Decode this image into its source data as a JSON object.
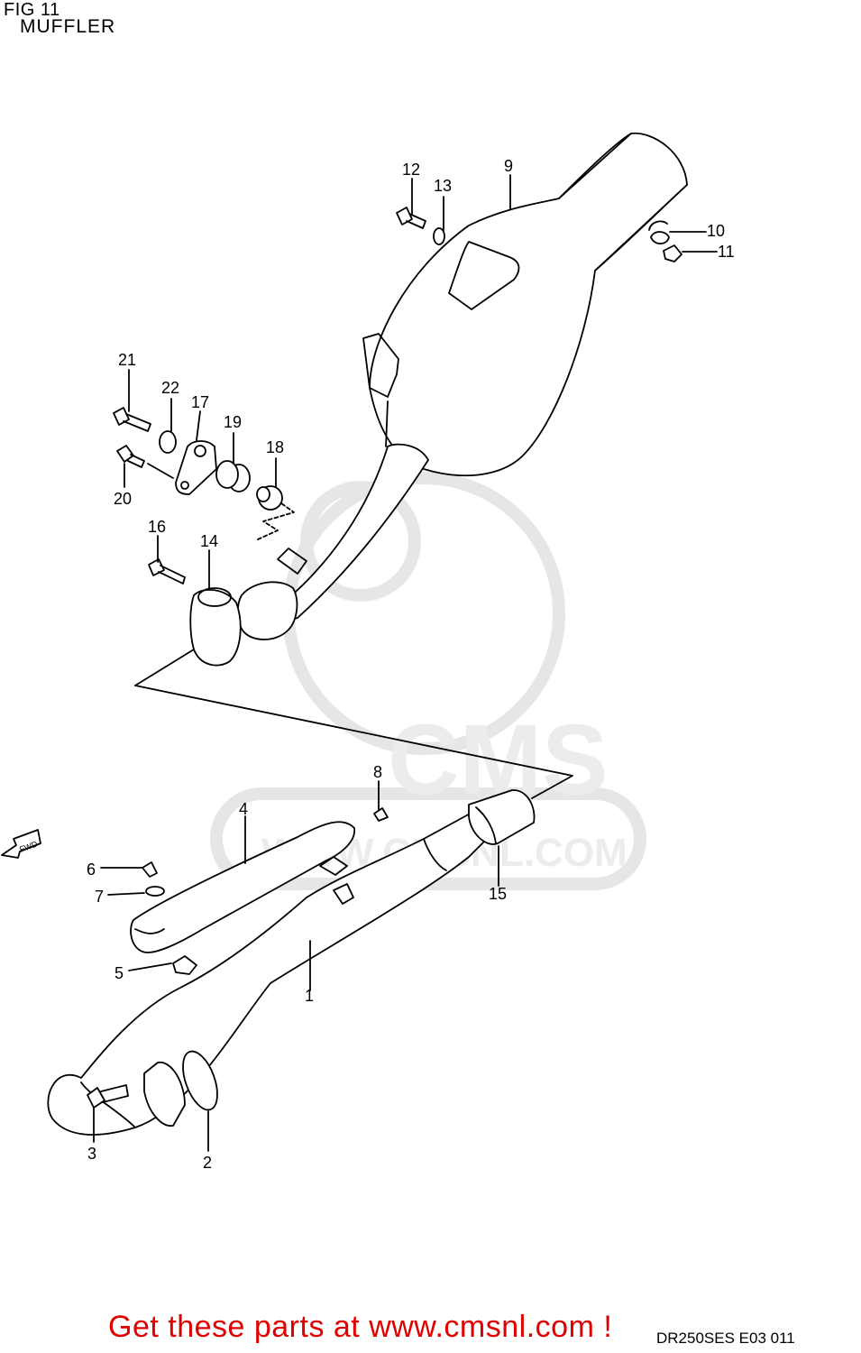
{
  "header": {
    "fig_label": "FIG 11",
    "title": "MUFFLER"
  },
  "callouts": [
    {
      "id": "1",
      "text": "1"
    },
    {
      "id": "2",
      "text": "2"
    },
    {
      "id": "3",
      "text": "3"
    },
    {
      "id": "4",
      "text": "4"
    },
    {
      "id": "5",
      "text": "5"
    },
    {
      "id": "6",
      "text": "6"
    },
    {
      "id": "7",
      "text": "7"
    },
    {
      "id": "8",
      "text": "8"
    },
    {
      "id": "9",
      "text": "9"
    },
    {
      "id": "10",
      "text": "10"
    },
    {
      "id": "11",
      "text": "11"
    },
    {
      "id": "12",
      "text": "12"
    },
    {
      "id": "13",
      "text": "13"
    },
    {
      "id": "14",
      "text": "14"
    },
    {
      "id": "15",
      "text": "15"
    },
    {
      "id": "16",
      "text": "16"
    },
    {
      "id": "17",
      "text": "17"
    },
    {
      "id": "18",
      "text": "18"
    },
    {
      "id": "19",
      "text": "19"
    },
    {
      "id": "20",
      "text": "20"
    },
    {
      "id": "21",
      "text": "21"
    },
    {
      "id": "22",
      "text": "22"
    }
  ],
  "direction_marker": "FWD",
  "watermark": {
    "brand": "CMS",
    "url": "WWW.CMSNL.COM"
  },
  "footer": {
    "promo": "Get these parts at www.cmsnl.com !",
    "code": "DR250SES E03  011"
  },
  "colors": {
    "promo_text": "#e00000",
    "line": "#000000",
    "watermark": "#e6e6e6"
  }
}
